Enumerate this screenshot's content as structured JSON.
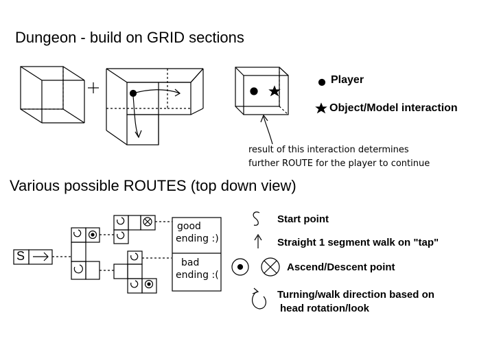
{
  "title": "Dungeon - build on GRID sections",
  "legend_top": {
    "player": "Player",
    "object": "Object/Model interaction"
  },
  "note": {
    "line1": "result of this interaction determines",
    "line2": "further ROUTE for the player to continue"
  },
  "routes_title": "Various possible ROUTES (top down view)",
  "start_box": "S",
  "endings": {
    "good_line1": "good",
    "good_line2": "ending :)",
    "bad_line1": "bad",
    "bad_line2": "ending :("
  },
  "legend_bottom": {
    "start": "Start point",
    "walk": "Straight 1 segment walk on \"tap\"",
    "ascend": "Ascend/Descent point",
    "turn_line1": "Turning/walk direction based on",
    "turn_line2": "head rotation/look"
  },
  "symbols": {
    "start": "S"
  }
}
